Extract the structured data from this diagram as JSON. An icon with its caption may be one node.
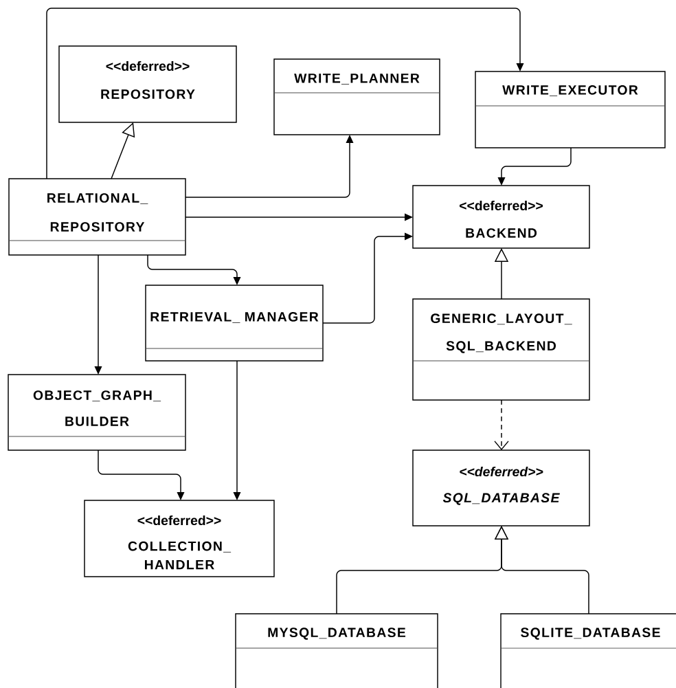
{
  "diagram": {
    "nodes": [
      {
        "text": [
          "<<deferred>>",
          "REPOSITORY"
        ]
      },
      {
        "text": [
          "WRITE_PLANNER"
        ]
      },
      {
        "text": [
          "WRITE_EXECUTOR"
        ]
      },
      {
        "text": [
          "RELATIONAL_ REPOSITORY"
        ]
      },
      {
        "text": [
          "<<deferred>>",
          "BACKEND"
        ]
      },
      {
        "text": [
          "RETRIEVAL_ MANAGER"
        ]
      },
      {
        "text": [
          "GENERIC_LAYOUT_ SQL_BACKEND"
        ]
      },
      {
        "text": [
          "OBJECT_GRAPH_ BUILDER"
        ]
      },
      {
        "text": [
          "<<deferred>>",
          "SQL_DATABASE"
        ]
      },
      {
        "text": [
          "<<deferred>>",
          "COLLECTION_ HANDLER"
        ]
      },
      {
        "text": [
          "MYSQL_DATABASE"
        ]
      },
      {
        "text": [
          "SQLITE_DATABASE"
        ]
      }
    ],
    "edges": [
      {
        "from": 3,
        "to": 0,
        "arrow": "to"
      },
      {
        "from": 3,
        "to": 2,
        "arrow": "to"
      },
      {
        "from": 3,
        "to": 1,
        "arrow": "to"
      },
      {
        "from": 3,
        "to": 4,
        "arrow": "to"
      },
      {
        "from": 3,
        "to": 5,
        "arrow": "to"
      },
      {
        "from": 3,
        "to": 7,
        "arrow": "to"
      },
      {
        "from": 2,
        "to": 4,
        "arrow": "to"
      },
      {
        "from": 5,
        "to": 4,
        "arrow": "to"
      },
      {
        "from": 6,
        "to": 4,
        "arrow": "to"
      },
      {
        "from": 6,
        "to": 8,
        "arrow": "to",
        "style": "dashed"
      },
      {
        "from": 7,
        "to": 9,
        "arrow": "to"
      },
      {
        "from": 5,
        "to": 9,
        "arrow": "to"
      },
      {
        "from": 10,
        "to": 8,
        "arrow": "to"
      },
      {
        "from": 11,
        "to": 8,
        "arrow": "to"
      }
    ]
  }
}
